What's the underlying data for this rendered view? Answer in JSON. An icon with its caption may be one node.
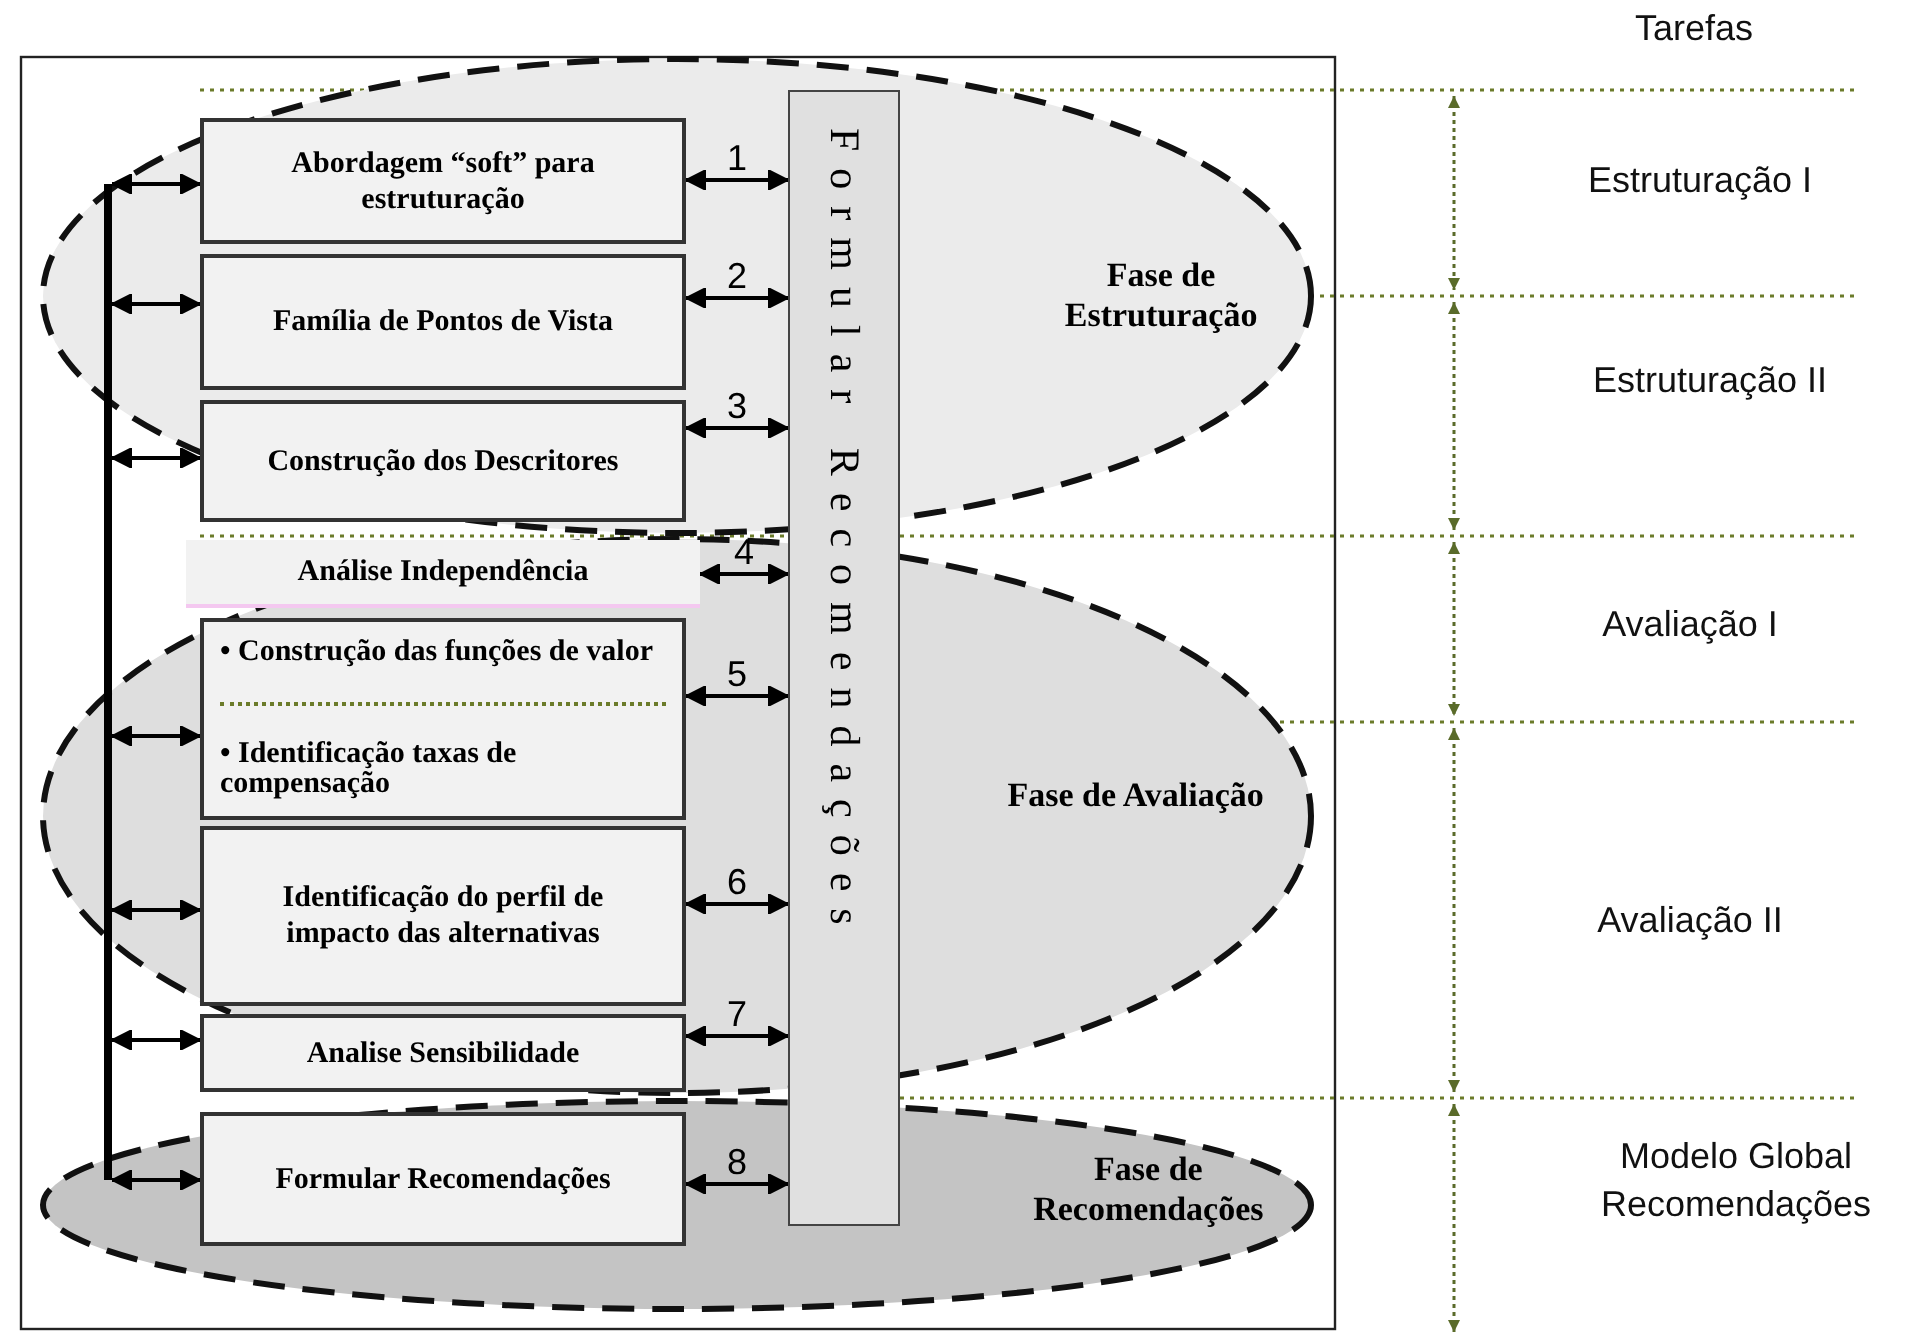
{
  "diagram": {
    "nodes": [
      {
        "text": [
          "Fase de Estruturação"
        ]
      },
      {
        "text": [
          "Fase de Avaliação"
        ]
      },
      {
        "text": [
          "Fase de Recomendações"
        ]
      },
      {
        "text": [
          "Abordagem “soft” para estruturação"
        ],
        "in": 0
      },
      {
        "text": [
          "Família de Pontos de Vista"
        ],
        "in": 0
      },
      {
        "text": [
          "Construção dos Descritores"
        ],
        "in": 0
      },
      {
        "text": [
          "Análise Independência"
        ],
        "in": 1
      },
      {
        "text": [
          "• Construção das funções de valor",
          "• Identificação taxas de compensação"
        ],
        "in": 1
      },
      {
        "text": [
          "Identificação do perfil de impacto das alternativas"
        ],
        "in": 1
      },
      {
        "text": [
          "Analise Sensibilidade"
        ],
        "in": 1
      },
      {
        "text": [
          "Formular Recomendações"
        ],
        "in": 2
      },
      {
        "text": [
          "Formular Recomendações"
        ]
      },
      {
        "text": [],
        "shape": "bar"
      }
    ],
    "edges": [
      {
        "from": 3,
        "to": 11,
        "arrow": "both",
        "label": "1"
      },
      {
        "from": 4,
        "to": 11,
        "arrow": "both",
        "label": "2"
      },
      {
        "from": 5,
        "to": 11,
        "arrow": "both",
        "label": "3"
      },
      {
        "from": 6,
        "to": 11,
        "arrow": "both",
        "label": "4"
      },
      {
        "from": 7,
        "to": 11,
        "arrow": "both",
        "label": "5"
      },
      {
        "from": 8,
        "to": 11,
        "arrow": "both",
        "label": "6"
      },
      {
        "from": 9,
        "to": 11,
        "arrow": "both",
        "label": "7"
      },
      {
        "from": 10,
        "to": 11,
        "arrow": "both",
        "label": "8"
      },
      {
        "from": 12,
        "to": 3,
        "arrow": "both"
      },
      {
        "from": 12,
        "to": 4,
        "arrow": "both"
      },
      {
        "from": 12,
        "to": 5,
        "arrow": "both"
      },
      {
        "from": 12,
        "to": 7,
        "arrow": "both"
      },
      {
        "from": 12,
        "to": 8,
        "arrow": "both"
      },
      {
        "from": 12,
        "to": 9,
        "arrow": "both"
      },
      {
        "from": 12,
        "to": 10,
        "arrow": "both"
      }
    ],
    "labels": [
      "Tarefas",
      "Estruturação I",
      "Estruturação II",
      "Avaliação I",
      "Avaliação II",
      "Modelo Global Recomendações"
    ]
  }
}
